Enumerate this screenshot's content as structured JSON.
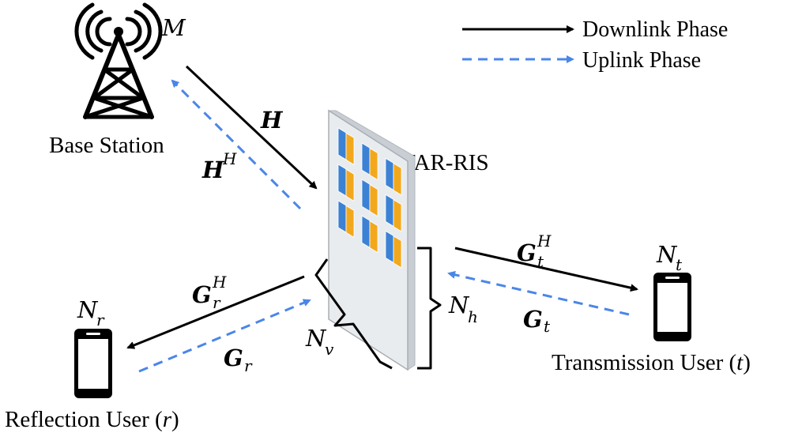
{
  "legend": {
    "downlink": "Downlink Phase",
    "uplink": "Uplink Phase"
  },
  "nodes": {
    "base_station": "Base Station",
    "star_ris": "STAR-RIS",
    "reflection_user": "Reflection User (",
    "reflection_user_var": "r",
    "reflection_user_close": ")",
    "transmission_user": "Transmission User (",
    "transmission_user_var": "t",
    "transmission_user_close": ")"
  },
  "symbols": {
    "M": "M",
    "H": "H",
    "H_H": "H",
    "H_H_sup": "H",
    "G_t_H": "G",
    "G_t_H_sub": "t",
    "G_t_H_sup": "H",
    "G_t": "G",
    "G_t_sub": "t",
    "G_r_H": "G",
    "G_r_H_sub": "r",
    "G_r_H_sup": "H",
    "G_r": "G",
    "G_r_sub": "r",
    "N_t": "N",
    "N_t_sub": "t",
    "N_r": "N",
    "N_r_sub": "r",
    "N_h": "N",
    "N_h_sub": "h",
    "N_v": "N",
    "N_v_sub": "v"
  },
  "colors": {
    "downlink": "#000000",
    "uplink": "#4a86e8",
    "ris_blue": "#3b82d4",
    "ris_orange": "#f2a81d",
    "ris_panel": "#e9ecef"
  }
}
